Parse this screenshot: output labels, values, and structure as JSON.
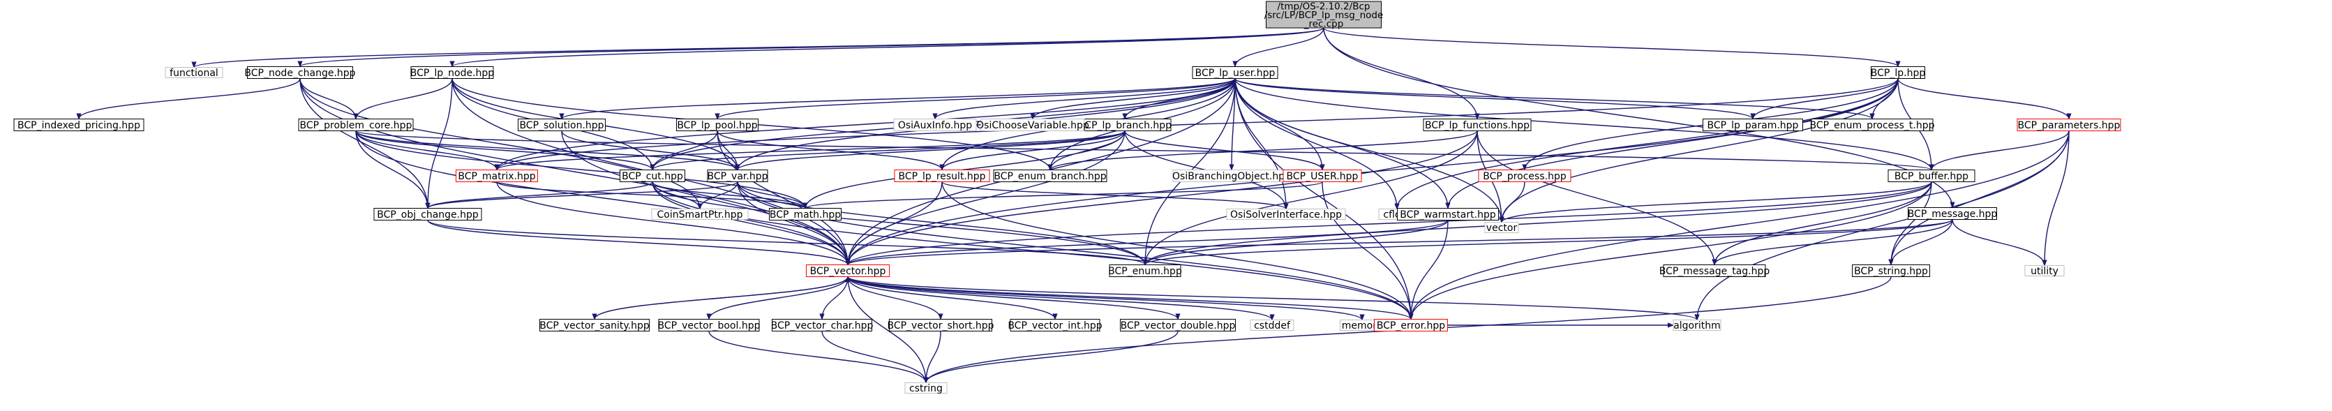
{
  "diagram": {
    "nodes": [
      {
        "id": "root",
        "lines": [
          "/tmp/OS-2.10.2/Bcp",
          "/src/LP/BCP_lp_msg_node",
          "_rec.cpp"
        ],
        "style": "root"
      },
      {
        "id": "functional",
        "lines": [
          "functional"
        ],
        "style": "sys"
      },
      {
        "id": "node_change",
        "lines": [
          "BCP_node_change.hpp"
        ],
        "style": "normal"
      },
      {
        "id": "lp_node",
        "lines": [
          "BCP_lp_node.hpp"
        ],
        "style": "normal"
      },
      {
        "id": "lp_user",
        "lines": [
          "BCP_lp_user.hpp"
        ],
        "style": "normal"
      },
      {
        "id": "lp",
        "lines": [
          "BCP_lp.hpp"
        ],
        "style": "normal"
      },
      {
        "id": "indexed_pricing",
        "lines": [
          "BCP_indexed_pricing.hpp"
        ],
        "style": "normal"
      },
      {
        "id": "problem_core",
        "lines": [
          "BCP_problem_core.hpp"
        ],
        "style": "normal"
      },
      {
        "id": "solution",
        "lines": [
          "BCP_solution.hpp"
        ],
        "style": "normal"
      },
      {
        "id": "lp_pool",
        "lines": [
          "BCP_lp_pool.hpp"
        ],
        "style": "normal"
      },
      {
        "id": "lp_branch",
        "lines": [
          "BCP_lp_branch.hpp"
        ],
        "style": "normal"
      },
      {
        "id": "osiauxinfo",
        "lines": [
          "OsiAuxInfo.hpp"
        ],
        "style": "sys"
      },
      {
        "id": "osichoosevar",
        "lines": [
          "OsiChooseVariable.hpp"
        ],
        "style": "sys"
      },
      {
        "id": "lp_functions",
        "lines": [
          "BCP_lp_functions.hpp"
        ],
        "style": "normal"
      },
      {
        "id": "lp_param",
        "lines": [
          "BCP_lp_param.hpp"
        ],
        "style": "normal"
      },
      {
        "id": "enum_process_t",
        "lines": [
          "BCP_enum_process_t.hpp"
        ],
        "style": "normal"
      },
      {
        "id": "parameters",
        "lines": [
          "BCP_parameters.hpp"
        ],
        "style": "red"
      },
      {
        "id": "matrix",
        "lines": [
          "BCP_matrix.hpp"
        ],
        "style": "red"
      },
      {
        "id": "cut",
        "lines": [
          "BCP_cut.hpp"
        ],
        "style": "normal"
      },
      {
        "id": "var",
        "lines": [
          "BCP_var.hpp"
        ],
        "style": "normal"
      },
      {
        "id": "lp_result",
        "lines": [
          "BCP_lp_result.hpp"
        ],
        "style": "red"
      },
      {
        "id": "enum_branch",
        "lines": [
          "BCP_enum_branch.hpp"
        ],
        "style": "normal"
      },
      {
        "id": "osibranching",
        "lines": [
          "OsiBranchingObject.hpp"
        ],
        "style": "sys"
      },
      {
        "id": "bcp_user",
        "lines": [
          "BCP_USER.hpp"
        ],
        "style": "red"
      },
      {
        "id": "process",
        "lines": [
          "BCP_process.hpp"
        ],
        "style": "red"
      },
      {
        "id": "buffer",
        "lines": [
          "BCP_buffer.hpp"
        ],
        "style": "normal"
      },
      {
        "id": "cfloat",
        "lines": [
          "cfloat"
        ],
        "style": "sys"
      },
      {
        "id": "coinsmartptr",
        "lines": [
          "CoinSmartPtr.hpp"
        ],
        "style": "sys"
      },
      {
        "id": "obj_change",
        "lines": [
          "BCP_obj_change.hpp"
        ],
        "style": "normal"
      },
      {
        "id": "math",
        "lines": [
          "BCP_math.hpp"
        ],
        "style": "normal"
      },
      {
        "id": "osisolver",
        "lines": [
          "OsiSolverInterface.hpp"
        ],
        "style": "sys"
      },
      {
        "id": "warmstart",
        "lines": [
          "BCP_warmstart.hpp"
        ],
        "style": "normal"
      },
      {
        "id": "vector_std",
        "lines": [
          "vector"
        ],
        "style": "sys"
      },
      {
        "id": "message",
        "lines": [
          "BCP_message.hpp"
        ],
        "style": "normal"
      },
      {
        "id": "bcp_vector",
        "lines": [
          "BCP_vector.hpp"
        ],
        "style": "red"
      },
      {
        "id": "enum",
        "lines": [
          "BCP_enum.hpp"
        ],
        "style": "normal"
      },
      {
        "id": "message_tag",
        "lines": [
          "BCP_message_tag.hpp"
        ],
        "style": "normal"
      },
      {
        "id": "bcp_string",
        "lines": [
          "BCP_string.hpp"
        ],
        "style": "normal"
      },
      {
        "id": "utility",
        "lines": [
          "utility"
        ],
        "style": "sys"
      },
      {
        "id": "vector_sanity",
        "lines": [
          "BCP_vector_sanity.hpp"
        ],
        "style": "normal"
      },
      {
        "id": "vector_bool",
        "lines": [
          "BCP_vector_bool.hpp"
        ],
        "style": "normal"
      },
      {
        "id": "vector_char",
        "lines": [
          "BCP_vector_char.hpp"
        ],
        "style": "normal"
      },
      {
        "id": "vector_short",
        "lines": [
          "BCP_vector_short.hpp"
        ],
        "style": "normal"
      },
      {
        "id": "vector_int",
        "lines": [
          "BCP_vector_int.hpp"
        ],
        "style": "normal"
      },
      {
        "id": "vector_double",
        "lines": [
          "BCP_vector_double.hpp"
        ],
        "style": "normal"
      },
      {
        "id": "cstddef",
        "lines": [
          "cstddef"
        ],
        "style": "sys"
      },
      {
        "id": "memory",
        "lines": [
          "memory"
        ],
        "style": "sys"
      },
      {
        "id": "error",
        "lines": [
          "BCP_error.hpp"
        ],
        "style": "red"
      },
      {
        "id": "algorithm",
        "lines": [
          "algorithm"
        ],
        "style": "sys"
      },
      {
        "id": "cstring",
        "lines": [
          "cstring"
        ],
        "style": "sys"
      }
    ],
    "edges": [
      [
        "root",
        "functional"
      ],
      [
        "root",
        "node_change"
      ],
      [
        "root",
        "lp_node"
      ],
      [
        "root",
        "lp_user"
      ],
      [
        "root",
        "lp_functions"
      ],
      [
        "root",
        "lp"
      ],
      [
        "root",
        "message"
      ],
      [
        "node_change",
        "indexed_pricing"
      ],
      [
        "node_change",
        "problem_core"
      ],
      [
        "node_change",
        "obj_change"
      ],
      [
        "node_change",
        "coinsmartptr"
      ],
      [
        "node_change",
        "bcp_vector"
      ],
      [
        "lp_node",
        "problem_core"
      ],
      [
        "lp_node",
        "cut"
      ],
      [
        "lp_node",
        "var"
      ],
      [
        "lp_node",
        "enum_branch"
      ],
      [
        "lp_node",
        "obj_change"
      ],
      [
        "lp_node",
        "bcp_vector"
      ],
      [
        "lp_user",
        "bcp_vector"
      ],
      [
        "lp_user",
        "solution"
      ],
      [
        "lp_user",
        "lp_pool"
      ],
      [
        "lp_user",
        "lp_branch"
      ],
      [
        "lp_user",
        "osiauxinfo"
      ],
      [
        "lp_user",
        "osichoosevar"
      ],
      [
        "lp_user",
        "osibranching"
      ],
      [
        "lp_user",
        "bcp_user"
      ],
      [
        "lp_user",
        "matrix"
      ],
      [
        "lp_user",
        "cut"
      ],
      [
        "lp_user",
        "var"
      ],
      [
        "lp_user",
        "lp_result"
      ],
      [
        "lp_user",
        "enum_branch"
      ],
      [
        "lp_user",
        "lp_param"
      ],
      [
        "lp_user",
        "enum_process_t"
      ],
      [
        "lp_user",
        "buffer"
      ],
      [
        "lp_user",
        "warmstart"
      ],
      [
        "lp_user",
        "vector_std"
      ],
      [
        "lp_user",
        "enum"
      ],
      [
        "lp_user",
        "cfloat"
      ],
      [
        "lp_user",
        "osisolver"
      ],
      [
        "lp_user",
        "error"
      ],
      [
        "lp",
        "lp_param"
      ],
      [
        "lp",
        "enum_process_t"
      ],
      [
        "lp",
        "parameters"
      ],
      [
        "lp",
        "process"
      ],
      [
        "lp",
        "buffer"
      ],
      [
        "lp",
        "warmstart"
      ],
      [
        "lp",
        "matrix"
      ],
      [
        "lp",
        "cfloat"
      ],
      [
        "lp",
        "vector_std"
      ],
      [
        "lp",
        "bcp_vector"
      ],
      [
        "problem_core",
        "matrix"
      ],
      [
        "problem_core",
        "cut"
      ],
      [
        "problem_core",
        "var"
      ],
      [
        "problem_core",
        "obj_change"
      ],
      [
        "problem_core",
        "math"
      ],
      [
        "problem_core",
        "bcp_vector"
      ],
      [
        "problem_core",
        "buffer"
      ],
      [
        "solution",
        "var"
      ],
      [
        "solution",
        "bcp_vector"
      ],
      [
        "lp_pool",
        "cut"
      ],
      [
        "lp_pool",
        "var"
      ],
      [
        "lp_pool",
        "lp_result"
      ],
      [
        "lp_pool",
        "bcp_vector"
      ],
      [
        "lp_branch",
        "cut"
      ],
      [
        "lp_branch",
        "var"
      ],
      [
        "lp_branch",
        "lp_result"
      ],
      [
        "lp_branch",
        "enum_branch"
      ],
      [
        "lp_branch",
        "bcp_user"
      ],
      [
        "lp_branch",
        "matrix"
      ],
      [
        "lp_branch",
        "bcp_vector"
      ],
      [
        "lp_branch",
        "osisolver"
      ],
      [
        "lp_branch",
        "math"
      ],
      [
        "lp_functions",
        "enum_branch"
      ],
      [
        "lp_functions",
        "bcp_vector"
      ],
      [
        "lp_functions",
        "enum"
      ],
      [
        "lp_functions",
        "vector_std"
      ],
      [
        "lp_functions",
        "message_tag"
      ],
      [
        "parameters",
        "buffer"
      ],
      [
        "parameters",
        "bcp_string"
      ],
      [
        "parameters",
        "utility"
      ],
      [
        "parameters",
        "algorithm"
      ],
      [
        "parameters",
        "error"
      ],
      [
        "matrix",
        "bcp_vector"
      ],
      [
        "matrix",
        "math"
      ],
      [
        "cut",
        "bcp_vector"
      ],
      [
        "cut",
        "obj_change"
      ],
      [
        "cut",
        "coinsmartptr"
      ],
      [
        "cut",
        "math"
      ],
      [
        "cut",
        "enum"
      ],
      [
        "cut",
        "error"
      ],
      [
        "var",
        "bcp_vector"
      ],
      [
        "var",
        "obj_change"
      ],
      [
        "var",
        "coinsmartptr"
      ],
      [
        "var",
        "math"
      ],
      [
        "var",
        "enum"
      ],
      [
        "var",
        "error"
      ],
      [
        "lp_result",
        "bcp_vector"
      ],
      [
        "lp_result",
        "error"
      ],
      [
        "lp_result",
        "osisolver"
      ],
      [
        "bcp_user",
        "math"
      ],
      [
        "bcp_user",
        "error"
      ],
      [
        "process",
        "vector_std"
      ],
      [
        "buffer",
        "message_tag"
      ],
      [
        "buffer",
        "bcp_vector"
      ],
      [
        "buffer",
        "enum"
      ],
      [
        "buffer",
        "bcp_string"
      ],
      [
        "buffer",
        "error"
      ],
      [
        "buffer",
        "vector_std"
      ],
      [
        "obj_change",
        "bcp_vector"
      ],
      [
        "obj_change",
        "enum"
      ],
      [
        "warmstart",
        "bcp_vector"
      ],
      [
        "warmstart",
        "enum"
      ],
      [
        "warmstart",
        "error"
      ],
      [
        "message",
        "message_tag"
      ],
      [
        "message",
        "bcp_string"
      ],
      [
        "message",
        "enum"
      ],
      [
        "message",
        "bcp_vector"
      ],
      [
        "message",
        "utility"
      ],
      [
        "bcp_vector",
        "vector_sanity"
      ],
      [
        "bcp_vector",
        "vector_bool"
      ],
      [
        "bcp_vector",
        "vector_char"
      ],
      [
        "bcp_vector",
        "vector_short"
      ],
      [
        "bcp_vector",
        "vector_int"
      ],
      [
        "bcp_vector",
        "vector_double"
      ],
      [
        "bcp_vector",
        "cstddef"
      ],
      [
        "bcp_vector",
        "memory"
      ],
      [
        "bcp_vector",
        "error"
      ],
      [
        "bcp_vector",
        "algorithm"
      ],
      [
        "bcp_vector",
        "cstring"
      ],
      [
        "vector_sanity",
        "bcp_vector"
      ],
      [
        "vector_bool",
        "cstring"
      ],
      [
        "vector_char",
        "cstring"
      ],
      [
        "vector_short",
        "cstring"
      ],
      [
        "vector_double",
        "cstring"
      ],
      [
        "bcp_string",
        "cstring"
      ],
      [
        "error",
        "algorithm"
      ]
    ]
  }
}
